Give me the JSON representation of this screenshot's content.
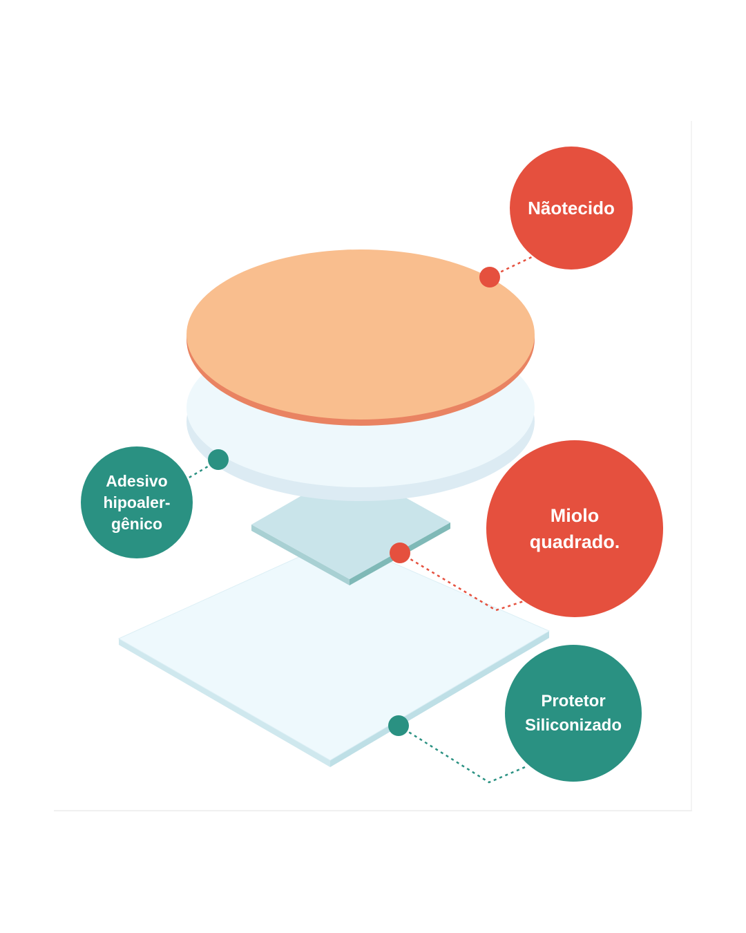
{
  "colors": {
    "red": "#E5503E",
    "teal": "#2A9182",
    "nonwoven_layer": "#F9BE8E",
    "nonwoven_edge": "#E98362",
    "adhesive_layer": "#EEF8FC",
    "core_top": "#C9E4EA",
    "core_side": "#7FB9B7",
    "protector_top": "#EEF9FD",
    "protector_side": "#BEDFE6"
  },
  "labels": {
    "nonwoven": {
      "lines": [
        "Nãotecido"
      ],
      "color": "red"
    },
    "adhesive": {
      "lines": [
        "Adesivo",
        "hipoaler-",
        "gênico"
      ],
      "color": "teal"
    },
    "core": {
      "lines": [
        "Miolo",
        "quadrado."
      ],
      "color": "red"
    },
    "protector": {
      "lines": [
        "Protetor",
        "Siliconizado"
      ],
      "color": "teal"
    }
  }
}
